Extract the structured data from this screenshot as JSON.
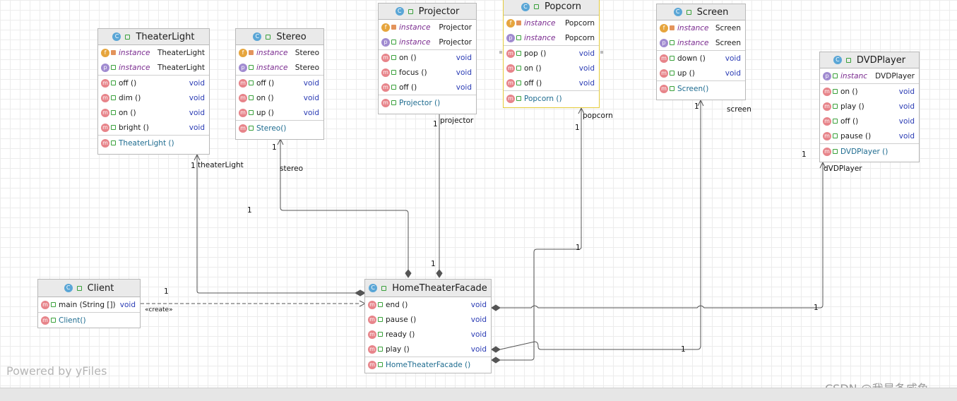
{
  "classes": {
    "theaterLight": {
      "name": "TheaterLight",
      "fields": [
        {
          "name": "instance",
          "type": "TheaterLight",
          "icon": "static-field-icon"
        },
        {
          "name": "instance",
          "type": "TheaterLight",
          "icon": "property-icon"
        }
      ],
      "methods": [
        {
          "name": "off ()",
          "type": "void"
        },
        {
          "name": "dim ()",
          "type": "void"
        },
        {
          "name": "on ()",
          "type": "void"
        },
        {
          "name": "bright ()",
          "type": "void"
        }
      ],
      "ctor": "TheaterLight ()"
    },
    "stereo": {
      "name": "Stereo",
      "fields": [
        {
          "name": "instance",
          "type": "Stereo",
          "icon": "static-field-icon"
        },
        {
          "name": "instance",
          "type": "Stereo",
          "icon": "property-icon"
        }
      ],
      "methods": [
        {
          "name": "off ()",
          "type": "void"
        },
        {
          "name": "on ()",
          "type": "void"
        },
        {
          "name": "up ()",
          "type": "void"
        }
      ],
      "ctor": "Stereo()"
    },
    "projector": {
      "name": "Projector",
      "fields": [
        {
          "name": "instance",
          "type": "Projector",
          "icon": "static-field-icon"
        },
        {
          "name": "instance",
          "type": "Projector",
          "icon": "property-icon"
        }
      ],
      "methods": [
        {
          "name": "on ()",
          "type": "void"
        },
        {
          "name": "focus ()",
          "type": "void"
        },
        {
          "name": "off ()",
          "type": "void"
        }
      ],
      "ctor": "Projector ()"
    },
    "popcorn": {
      "name": "Popcorn",
      "fields": [
        {
          "name": "instance",
          "type": "Popcorn",
          "icon": "static-field-icon"
        },
        {
          "name": "instance",
          "type": "Popcorn",
          "icon": "property-icon"
        }
      ],
      "methods": [
        {
          "name": "pop ()",
          "type": "void"
        },
        {
          "name": "on ()",
          "type": "void"
        },
        {
          "name": "off ()",
          "type": "void"
        }
      ],
      "ctor": "Popcorn ()"
    },
    "screen": {
      "name": "Screen",
      "fields": [
        {
          "name": "instance",
          "type": "Screen",
          "icon": "static-field-icon"
        },
        {
          "name": "instance",
          "type": "Screen",
          "icon": "property-icon"
        }
      ],
      "methods": [
        {
          "name": "down ()",
          "type": "void"
        },
        {
          "name": "up ()",
          "type": "void"
        }
      ],
      "ctor": "Screen()"
    },
    "dvdPlayer": {
      "name": "DVDPlayer",
      "fields": [
        {
          "name": "instanc",
          "type": "DVDPlayer",
          "icon": "property-icon"
        }
      ],
      "methods": [
        {
          "name": "on ()",
          "type": "void"
        },
        {
          "name": "play ()",
          "type": "void"
        },
        {
          "name": "off ()",
          "type": "void"
        },
        {
          "name": "pause ()",
          "type": "void"
        }
      ],
      "ctor": "DVDPlayer ()"
    },
    "client": {
      "name": "Client",
      "fields": [],
      "methods": [
        {
          "name": "main (String [])",
          "type": "void"
        }
      ],
      "ctor": "Client()"
    },
    "facade": {
      "name": "HomeTheaterFacade",
      "fields": [],
      "methods": [
        {
          "name": "end ()",
          "type": "void"
        },
        {
          "name": "pause ()",
          "type": "void"
        },
        {
          "name": "ready ()",
          "type": "void"
        },
        {
          "name": "play ()",
          "type": "void"
        }
      ],
      "ctor": "HomeTheaterFacade  ()"
    }
  },
  "labels": {
    "theaterLight_role": "theaterLight",
    "stereo_role": "stereo",
    "projector_role": "projector",
    "popcorn_role": "popcorn",
    "screen_role": "screen",
    "dvd_role": "dVDPlayer",
    "one": "1",
    "create": "«create»"
  },
  "branding": {
    "powered": "Powered by yFiles",
    "watermark": "CSDN @我是条咸鱼"
  },
  "icons": {
    "class": "C",
    "method": "m",
    "property": "p",
    "static_field": "f"
  }
}
